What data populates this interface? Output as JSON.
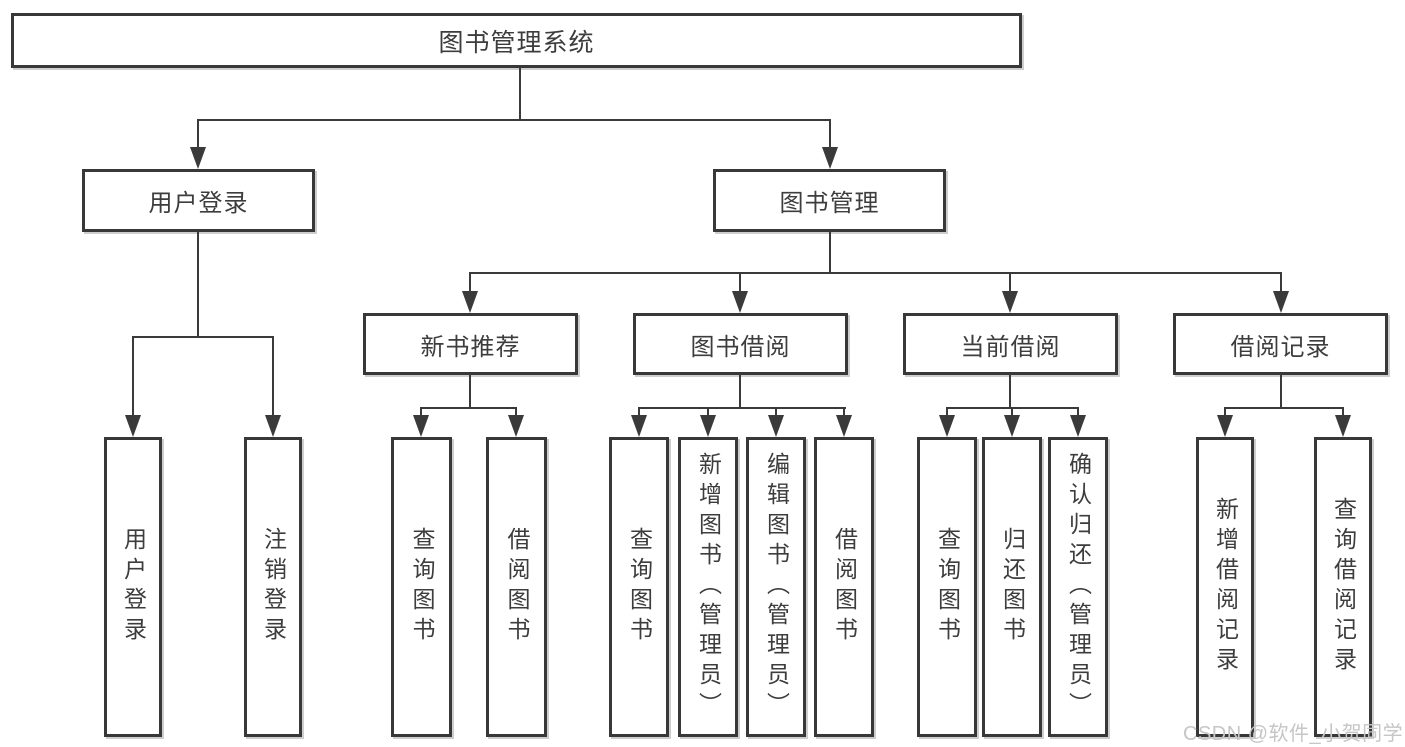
{
  "diagram": {
    "root": {
      "label": "图书管理系统"
    },
    "branches": [
      {
        "label": "用户登录",
        "leaves": [
          {
            "label": "用户登录"
          },
          {
            "label": "注销登录"
          }
        ]
      },
      {
        "label": "图书管理",
        "groups": [
          {
            "label": "新书推荐",
            "leaves": [
              {
                "label": "查询图书"
              },
              {
                "label": "借阅图书"
              }
            ]
          },
          {
            "label": "图书借阅",
            "leaves": [
              {
                "label": "查询图书"
              },
              {
                "label": "新增图书（管理员）"
              },
              {
                "label": "编辑图书（管理员）"
              },
              {
                "label": "借阅图书"
              }
            ]
          },
          {
            "label": "当前借阅",
            "leaves": [
              {
                "label": "查询图书"
              },
              {
                "label": "归还图书"
              },
              {
                "label": "确认归还（管理员）"
              }
            ]
          },
          {
            "label": "借阅记录",
            "leaves": [
              {
                "label": "新增借阅记录"
              },
              {
                "label": "查询借阅记录"
              }
            ]
          }
        ]
      }
    ]
  },
  "watermark": {
    "text": "CSDN @软件_小贺同学"
  },
  "colors": {
    "line": "#3a3a3a",
    "box_border": "#383838",
    "box_fill": "#ffffff",
    "background": "#ffffff",
    "watermark_text": "#c6c6c6"
  }
}
